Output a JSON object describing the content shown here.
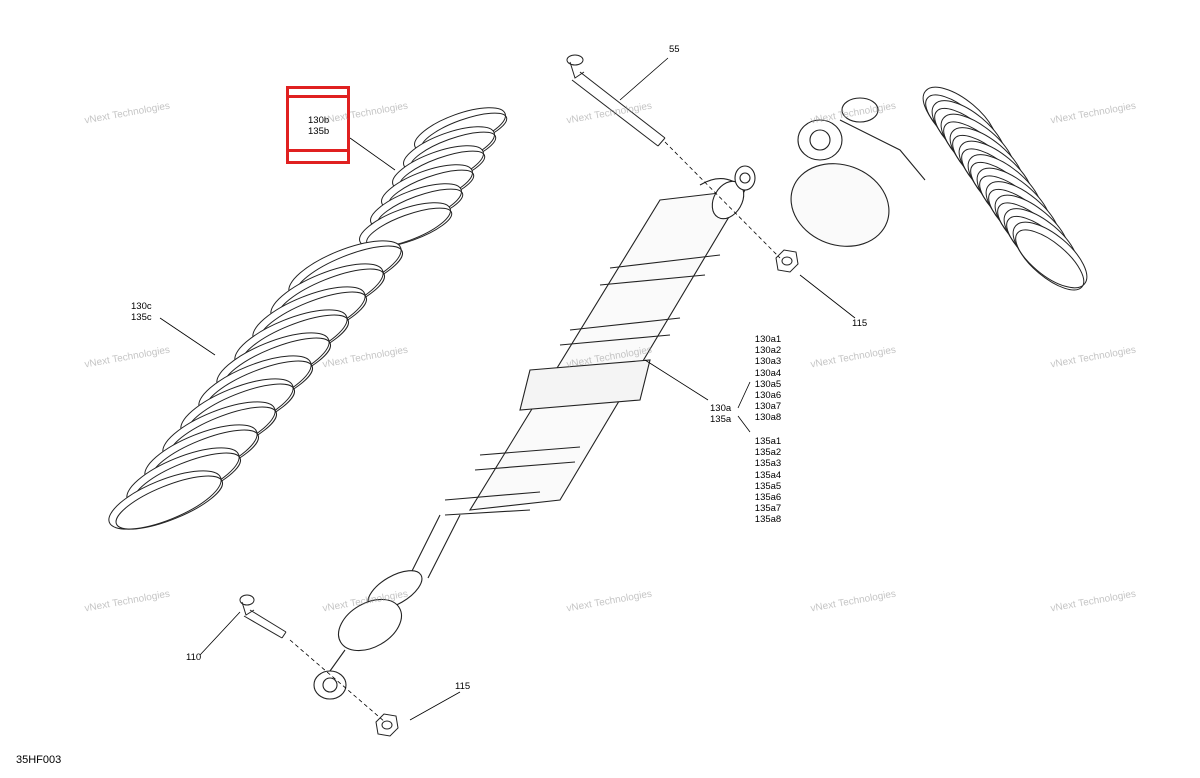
{
  "diagram": {
    "code": "35HF003",
    "watermark": "vNext Technologies",
    "highlight_color": "#e02020",
    "callouts": {
      "c55": "55",
      "c115_top": "115",
      "c115_bottom": "115",
      "c110": "110",
      "c130b": "130b",
      "c135b": "135b",
      "c130c": "130c",
      "c135c": "135c",
      "c130a": "130a",
      "c135a": "135a"
    },
    "list_130a": [
      "130a1",
      "130a2",
      "130a3",
      "130a4",
      "130a5",
      "130a6",
      "130a7",
      "130a8"
    ],
    "list_135a": [
      "135a1",
      "135a2",
      "135a3",
      "135a4",
      "135a5",
      "135a6",
      "135a7",
      "135a8"
    ]
  }
}
